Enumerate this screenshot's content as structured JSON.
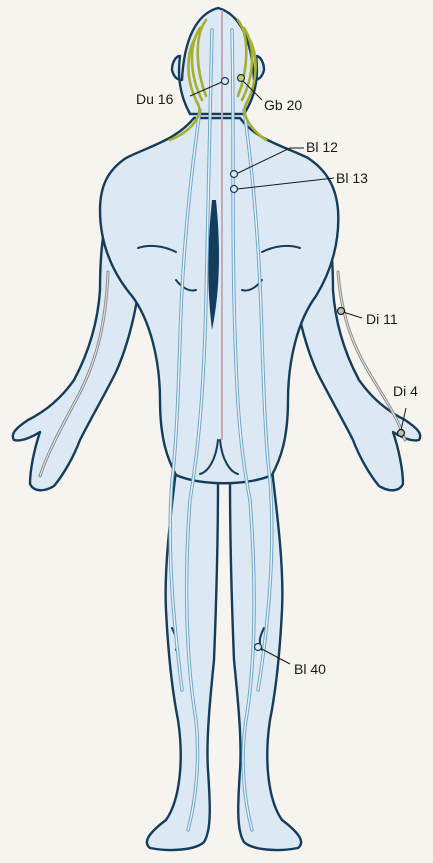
{
  "colors": {
    "background": "#f7f3ef",
    "skin": "#dce9f5",
    "outline": "#143c5c",
    "meridian": "#6fa6c9",
    "meridian_light": "#e8f2fa",
    "gallbladder_meridian": "#a6b02a",
    "governing_vessel": "#c9a9b4",
    "large_intestine_meridian": "#8c8c8c",
    "point_fill": "#dce9f5",
    "point_stroke": "#143c5c",
    "label_text": "#1a1a1a"
  },
  "acupoints": [
    {
      "id": "du16",
      "label": "Du 16"
    },
    {
      "id": "gb20",
      "label": "Gb 20"
    },
    {
      "id": "bl12",
      "label": "Bl 12"
    },
    {
      "id": "bl13",
      "label": "Bl 13"
    },
    {
      "id": "di11",
      "label": "Di 11"
    },
    {
      "id": "di4",
      "label": "Di 4"
    },
    {
      "id": "bl40",
      "label": "Bl 40"
    }
  ]
}
